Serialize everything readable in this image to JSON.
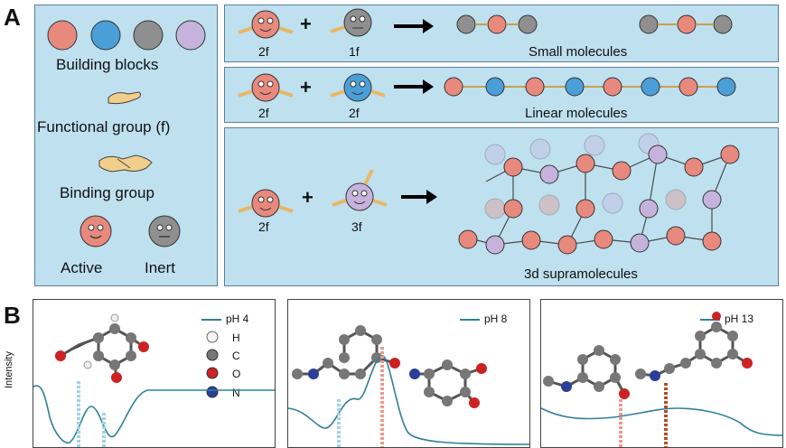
{
  "panels": {
    "a": {
      "letter": "A",
      "legend": {
        "building_blocks": "Building blocks",
        "functional_group": "Functional group (f)",
        "binding_group": "Binding group",
        "active": "Active",
        "inert": "Inert"
      },
      "rows": [
        {
          "left": "2f",
          "right": "1f",
          "caption": "Small molecules"
        },
        {
          "left": "2f",
          "right": "2f",
          "caption": "Linear molecules"
        },
        {
          "left": "2f",
          "right": "3f",
          "caption": "3d supramolecules"
        }
      ],
      "plus": "+"
    },
    "b": {
      "letter": "B",
      "ylabel": "Intensity",
      "atom_legend": [
        "H",
        "C",
        "O",
        "N"
      ],
      "frames": [
        {
          "series": "pH 4"
        },
        {
          "series": "pH 8"
        },
        {
          "series": "pH 13"
        }
      ]
    }
  },
  "colors": {
    "panel_bg": "#bfe0ef",
    "active": "#e8897e",
    "inert": "#8f8f8f",
    "blue": "#4a9fd8",
    "purple": "#c5b3dd",
    "curve": "#2f7f99"
  }
}
